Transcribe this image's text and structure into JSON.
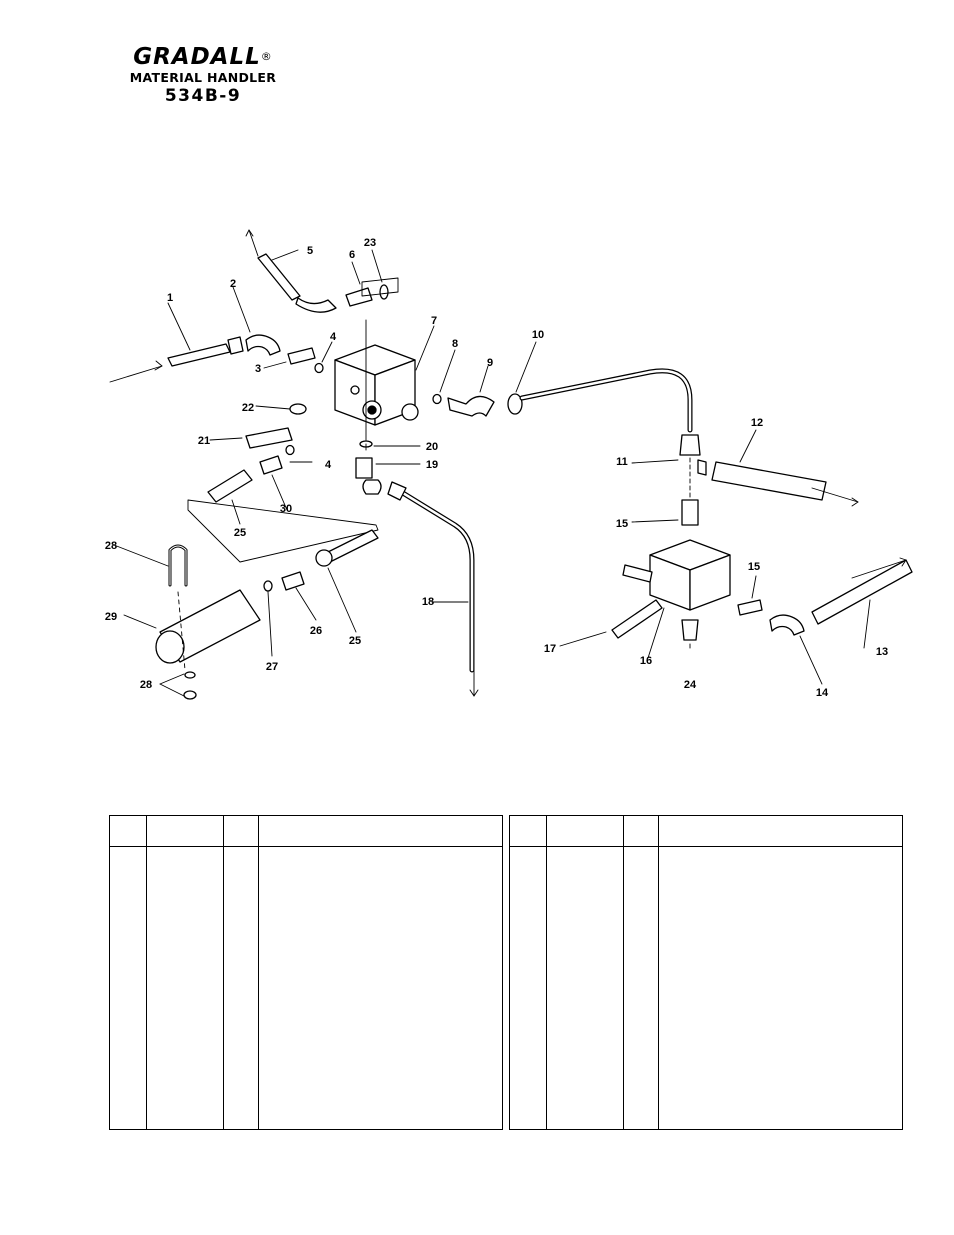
{
  "header": {
    "brand": "GRADALL",
    "registered": "®",
    "subtitle": "MATERIAL HANDLER",
    "model": "534B-9"
  },
  "callouts": [
    "1",
    "2",
    "3",
    "4",
    "5",
    "6",
    "7",
    "8",
    "9",
    "10",
    "11",
    "12",
    "13",
    "14",
    "15",
    "16",
    "17",
    "18",
    "19",
    "20",
    "21",
    "22",
    "23",
    "24",
    "25",
    "26",
    "27",
    "28",
    "29",
    "30"
  ],
  "tables": [
    {
      "columns": [
        "",
        "",
        "",
        ""
      ],
      "rows": []
    },
    {
      "columns": [
        "",
        "",
        "",
        ""
      ],
      "rows": []
    }
  ]
}
